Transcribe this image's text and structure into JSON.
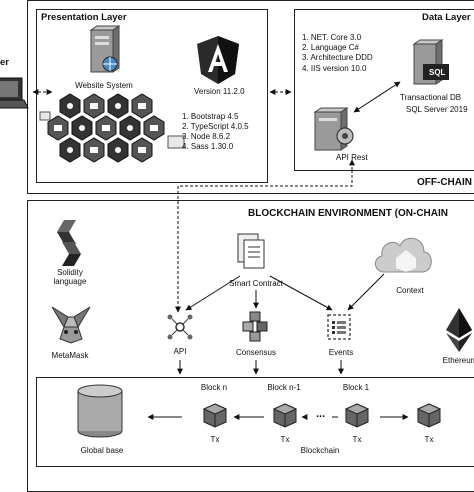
{
  "user": {
    "label": "er"
  },
  "presentation": {
    "title": "Presentation Layer",
    "website_label": "Website System",
    "version": "Version 11.2.0",
    "stack": [
      "1. Bootstrap 4.5",
      "2. TypeScript 4.0.5",
      "3. Node 8.6.2",
      "4. Sass 1.30.0"
    ]
  },
  "data_layer": {
    "title": "Data Layer",
    "stack": [
      "1. NET. Core 3.0",
      "2. Language C#",
      "3. Architecture DDD",
      "4. IIS version 10.0"
    ],
    "db_label": "Transactional DB",
    "db_version": "SQL Server 2019",
    "sql_text": "SQL",
    "api_label": "API Rest"
  },
  "offchain_label": "OFF-CHAIN",
  "blockchain": {
    "title": "BLOCKCHAIN ENVIRONMENT (ON-CHAIN",
    "solidity_label": "Solidity language",
    "metamask_label": "MetaMask",
    "smart_contract_label": "Smart Contract",
    "context_label": "Context",
    "api_label": "API",
    "consensus_label": "Consensus",
    "events_label": "Events",
    "ethereum_label": "Ethereum",
    "global_base_label": "Global base",
    "blockchain_label": "Blockchain",
    "ellipsis": "...",
    "blocks": [
      {
        "name": "Block n",
        "tx": "Tx"
      },
      {
        "name": "Block n-1",
        "tx": "Tx"
      },
      {
        "name": "Block 1",
        "tx": "Tx"
      },
      {
        "name": "",
        "tx": "Tx"
      }
    ]
  }
}
